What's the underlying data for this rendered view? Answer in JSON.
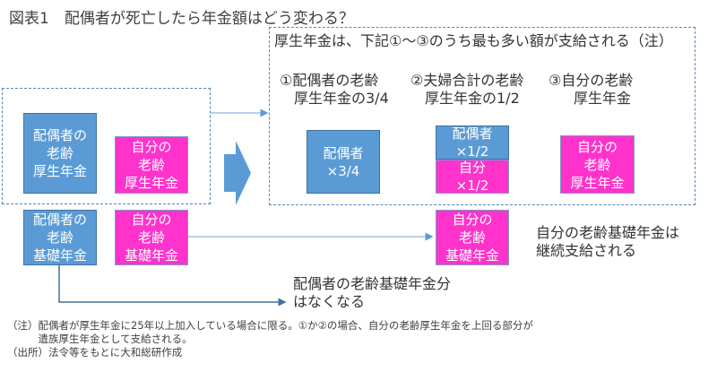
{
  "title": "図表1　配偶者が死亡したら年金額はどう変わる？",
  "colors": {
    "spouse_blue": "#5b9bd5",
    "self_pink": "#ff33cc",
    "dashed_border": "#5a84b0",
    "arrow": "#5b9bd5"
  },
  "left_group": {
    "spouse_employee_pension": [
      "配偶者の",
      "老齢",
      "厚生年金"
    ],
    "self_employee_pension": [
      "自分の",
      "老齢",
      "厚生年金"
    ],
    "spouse_basic_pension": [
      "配偶者の",
      "老齢",
      "基礎年金"
    ],
    "self_basic_pension": [
      "自分の",
      "老齢",
      "基礎年金"
    ]
  },
  "right_group": {
    "heading": "厚生年金は、下記①～③のうち最も多い額が支給される（注）",
    "options": [
      {
        "label": [
          "①配偶者の老齢",
          "厚生年金の3/4"
        ],
        "box": [
          "配偶者",
          "×3/4"
        ]
      },
      {
        "label": [
          "②夫婦合計の老齢",
          "厚生年金の1/2"
        ],
        "box_top": [
          "配偶者",
          "×1/2"
        ],
        "box_bottom": [
          "自分",
          "×1/2"
        ]
      },
      {
        "label": [
          "③自分の老齢",
          "厚生年金"
        ],
        "box": [
          "自分の",
          "老齢",
          "厚生年金"
        ]
      }
    ]
  },
  "result_basic": {
    "box": [
      "自分の",
      "老齢",
      "基礎年金"
    ],
    "caption": [
      "自分の老齢基礎年金は",
      "継続支給される"
    ]
  },
  "lost_basic": {
    "caption": [
      "配偶者の老齢基礎年金分",
      "はなくなる"
    ]
  },
  "notes": [
    "（注）配偶者が厚生年金に25年以上加入している場合に限る。①か②の場合、自分の老齢厚生年金を上回る部分が",
    "　　　遺族厚生年金として支給される。",
    "（出所）法令等をもとに大和総研作成"
  ]
}
